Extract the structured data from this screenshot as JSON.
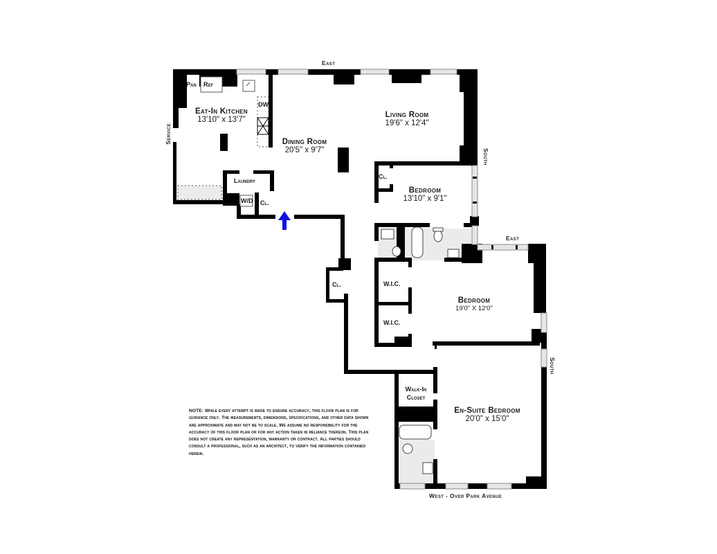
{
  "compass": {
    "top": "East",
    "left": "Service",
    "right_upper": "South",
    "right_mid": "East",
    "right_lower": "South",
    "bottom": "West - Over Park Avenue"
  },
  "rooms": {
    "kitchen": {
      "name": "Eat-In Kitchen",
      "dims": "13'10\" x 13'7\""
    },
    "dining": {
      "name": "Dining Room",
      "dims": "20'5\" x 9'7\""
    },
    "living": {
      "name": "Living Room",
      "dims": "19'6\" x 12'4\""
    },
    "bedroom1": {
      "name": "Bedroom",
      "dims": "13'10\" x 9'1\""
    },
    "bedroom2": {
      "name": "Bedroom",
      "dims": "19'0\" X 12'0\""
    },
    "ensuite": {
      "name": "En-Suite Bedroom",
      "dims": "20'0\" x 15'0\""
    }
  },
  "fixtures": {
    "pantry": "Pan",
    "refrigerator": "Ref",
    "dishwasher": "DW",
    "laundry": "Laundry",
    "washer_dryer": "W/D",
    "closet_kitchen": "Cl.",
    "closet_bedroom1": "Cl.",
    "closet_hall": "Cl.",
    "wic1": "W.I.C.",
    "wic2": "W.I.C.",
    "walkin_closet": "Walk-In Closet"
  },
  "entry_marker": {
    "color": "#1010e0",
    "label": "entry-arrow"
  },
  "note": "NOTE: While every attempt is made to ensure accuracy, this floor plan is for guidance only. The measurements, dimensions, specifications, and other data shown are approximate and may not be to scale. We assume no responsibility for the accuracy of this floor plan or for any action taken in reliance thereon. This plan does not create any representation, warranty or contract. All parties should consult a professional, such as an architect, to verify the information contained herein.",
  "colors": {
    "wall": "#000000",
    "window": "#d9d9d9",
    "wet_area": "#ebebeb",
    "background": "#ffffff"
  }
}
